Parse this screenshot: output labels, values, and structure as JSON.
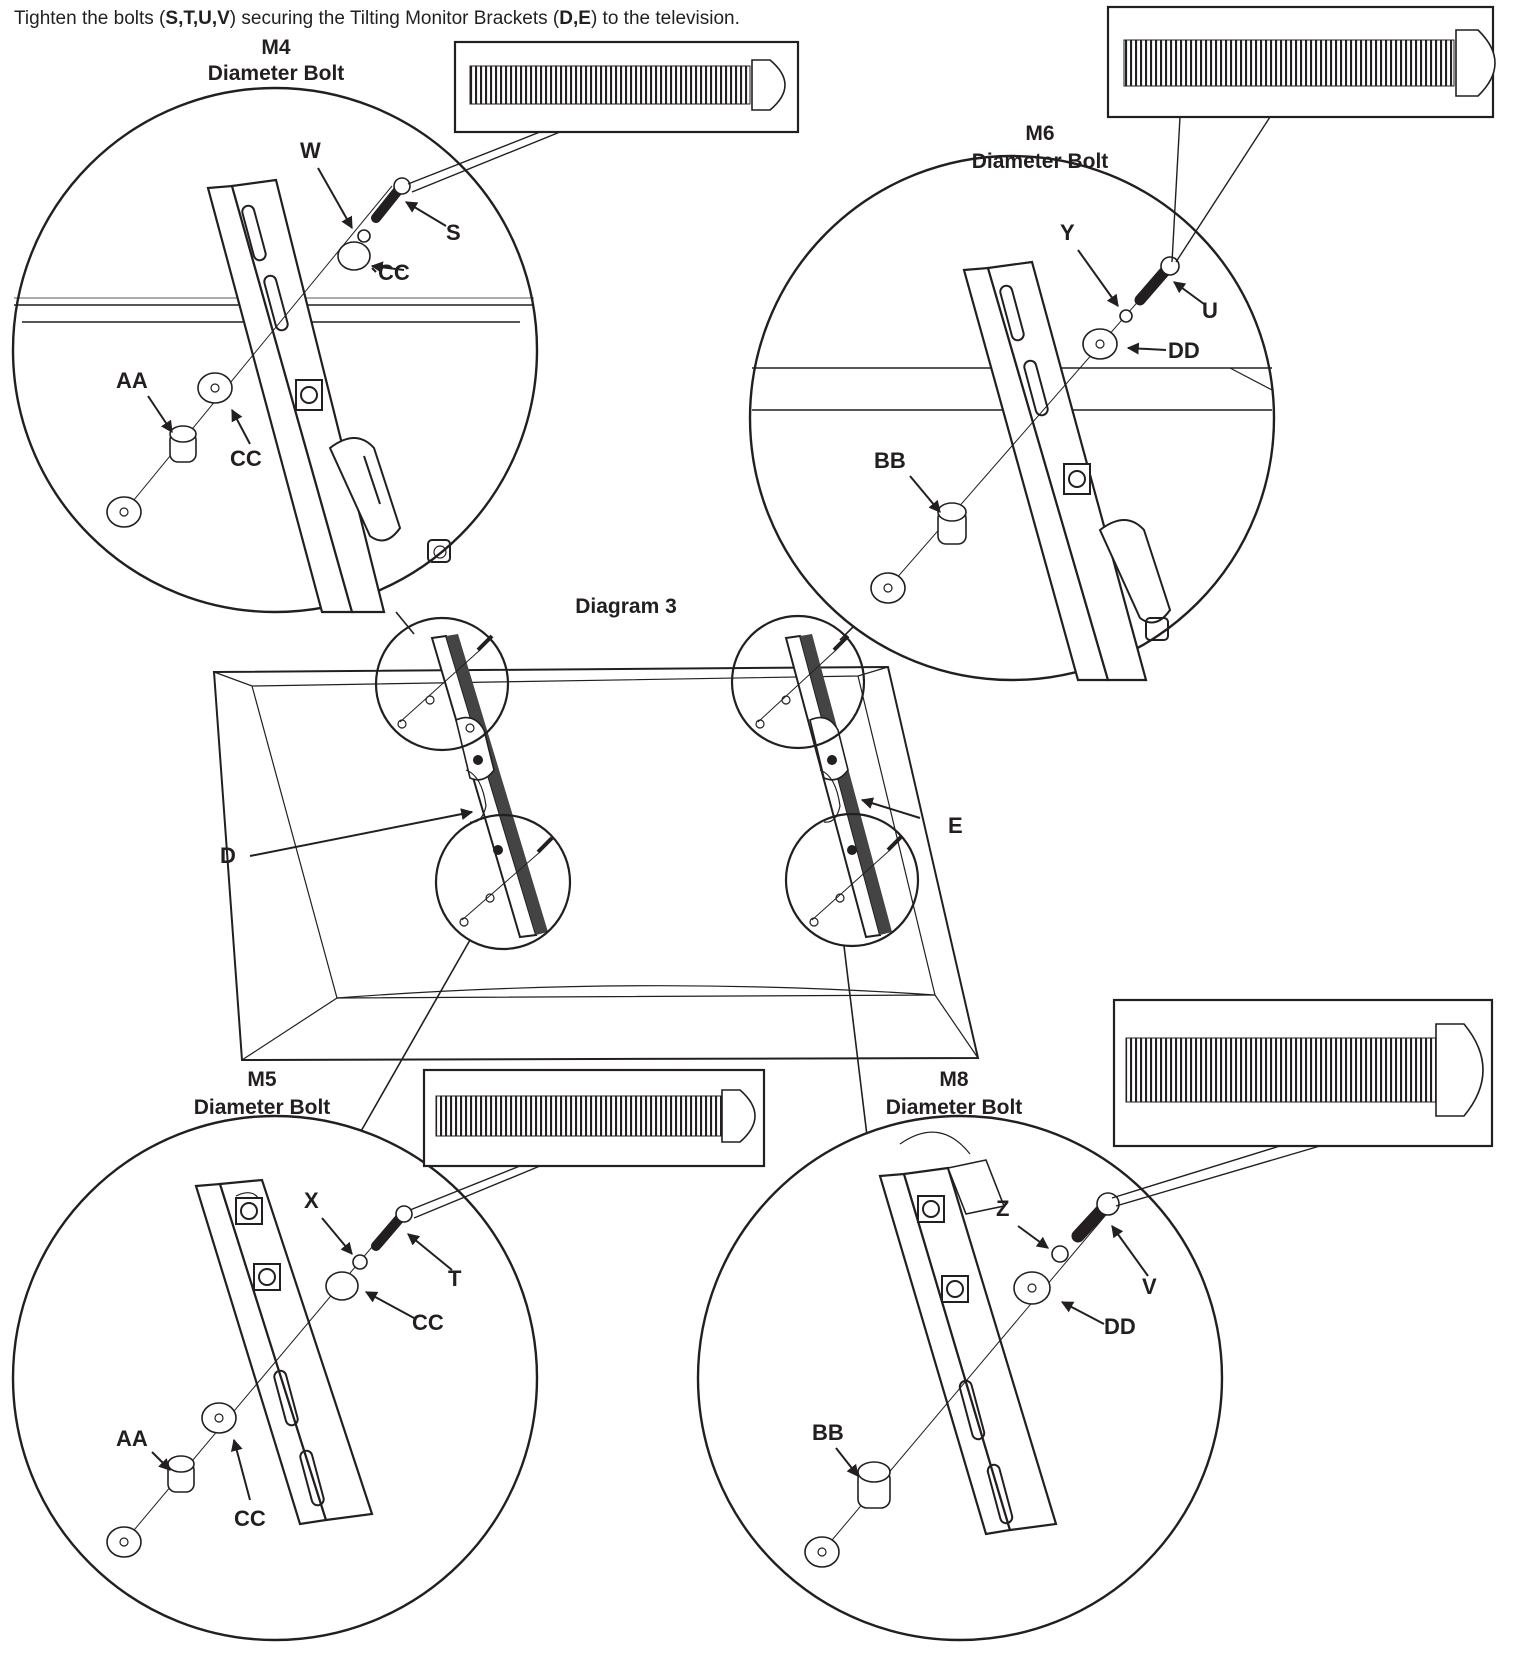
{
  "instruction": {
    "prefix": "Tighten the bolts (",
    "bolts": "S,T,U,V",
    "middle": ") securing the Tilting Monitor Brackets (",
    "brackets": "D,E",
    "suffix": ") to the television."
  },
  "diagram_title": "Diagram 3",
  "callouts": {
    "top_left": {
      "size": "M4",
      "caption": "Diameter Bolt",
      "bolt": "S",
      "lock_washer": "W",
      "washer_front": "CC",
      "washer_back": "CC",
      "spacer": "AA"
    },
    "top_right": {
      "size": "M6",
      "caption": "Diameter Bolt",
      "bolt": "U",
      "lock_washer": "Y",
      "washer_front": "DD",
      "spacer": "BB"
    },
    "bottom_left": {
      "size": "M5",
      "caption": "Diameter Bolt",
      "bolt": "T",
      "lock_washer": "X",
      "washer_front": "CC",
      "washer_back": "CC",
      "spacer": "AA"
    },
    "bottom_right": {
      "size": "M8",
      "caption": "Diameter Bolt",
      "bolt": "V",
      "lock_washer": "Z",
      "washer_front": "DD",
      "spacer": "BB"
    }
  },
  "brackets": {
    "left": "D",
    "right": "E"
  },
  "colors": {
    "line": "#231f20",
    "background": "#ffffff"
  }
}
